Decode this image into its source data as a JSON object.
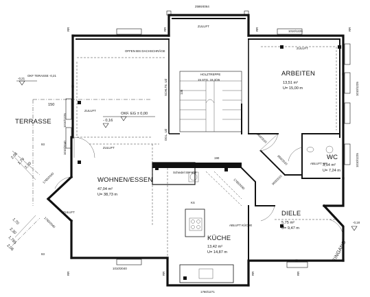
{
  "rooms": {
    "terrace": {
      "name": "TERRASSE"
    },
    "living": {
      "name": "WOHNEN/ESSEN",
      "area": "47,04 m²",
      "perimeter": "U= 38,73 m"
    },
    "office": {
      "name": "ARBEITEN",
      "area": "13,51 m²",
      "perimeter": "U= 15,00 m"
    },
    "wc": {
      "name": "WC",
      "area": "3,14 m²",
      "perimeter": "U= 7,24 m"
    },
    "hall": {
      "name": "DIELE",
      "area": "5,75 m²",
      "perimeter": "U= 9,47 m"
    },
    "kitchen": {
      "name": "KÜCHE",
      "area": "13,42 m²",
      "perimeter": "U= 14,87 m"
    },
    "entrance": {
      "name": "EINGANG"
    }
  },
  "annotations": {
    "open_roof": "OFFEN BIS DACHSCHRÄGE",
    "stair": "HOLZTREPPE",
    "stair_spec": "15 STG. 19,3/26",
    "floor_level": "OKF. EG ± 0,00",
    "terrace_level": "OKF TERASSE -0,21",
    "level_016": "- 0,16",
    "level_021": "-0,21",
    "level_018": "-0,18",
    "shaft_1": "SCHLTE. UZ",
    "shaft_2": "DGL. UZ",
    "supply_air": "ZULUFT",
    "exhaust_air": "ABLUFT",
    "wc_note": "ABLUFT WC",
    "kitchen_exhaust": "ABLUFT KÜCHE",
    "fridge": "KS",
    "chimney": "Schiedel SIH ø18",
    "dim_150": "150",
    "dim_190": "190",
    "dim_125_left": "1010/1225",
    "dim_204_left": "1010/2040",
    "dim_top_window": "2586/4064",
    "dim_top_right": "1010/1225",
    "dim_right_1": "1010/1225",
    "dim_right_2": "1010/1225",
    "dim_bottom_1": "1010/2040",
    "dim_bottom_2": "1760/1271",
    "dim_door_1": "900/2010",
    "dim_door_2": "850/2010",
    "dim_door_3": "900/2010",
    "dim_angle_1": "1765/2040",
    "dim_angle_2": "1765/2040",
    "dim_angle_3": "1765/2040",
    "dim_left_a": "2,06",
    "dim_left_b": "1,79",
    "dim_left_c": "2,30",
    "dim_left_d": "1,70",
    "dim_left_e": "2,30",
    "dim_left_f": "1,765",
    "dim_left_g": "2,06",
    "dim_93_a": "93",
    "dim_93_b": "93",
    "dim_135": "135",
    "rr": "RR"
  },
  "colors": {
    "ink": "#111111",
    "paper": "#ffffff",
    "hatch": "#555555"
  }
}
